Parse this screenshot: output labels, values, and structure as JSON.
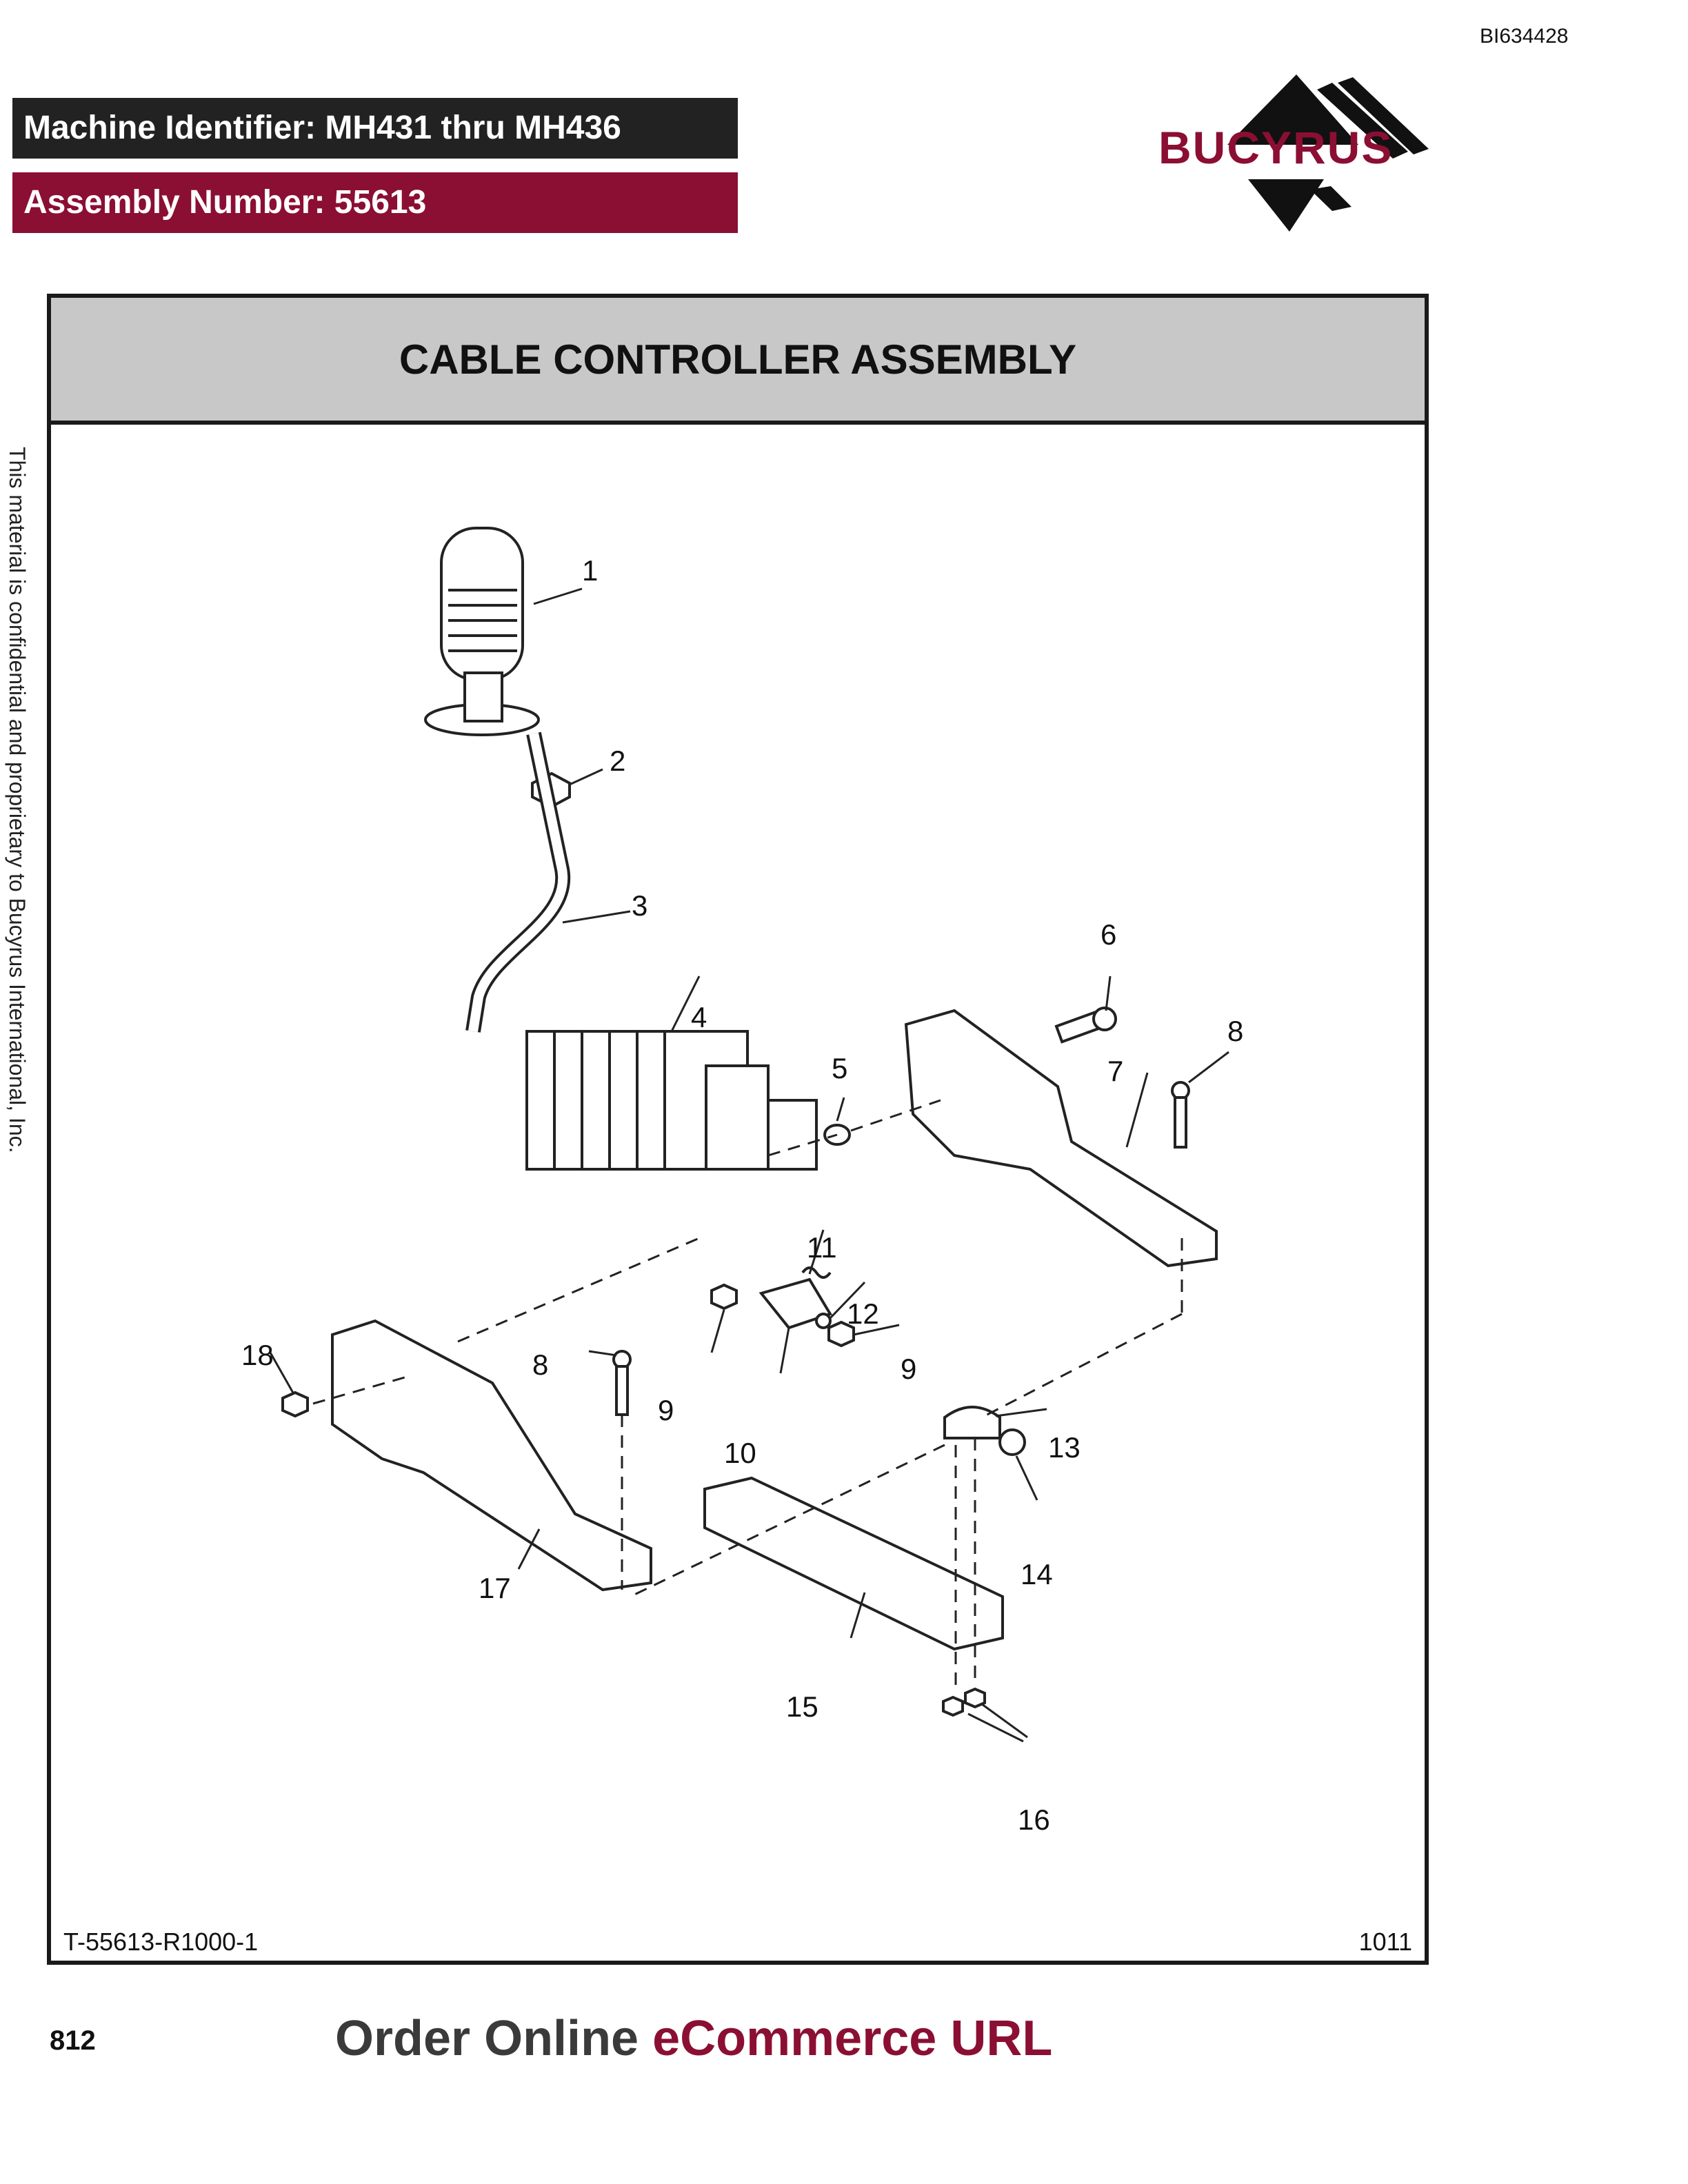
{
  "doc_id": "BI634428",
  "header": {
    "machine_identifier": "Machine Identifier: MH431 thru MH436",
    "assembly_number": "Assembly Number: 55613"
  },
  "logo": {
    "text": "BUCYRUS",
    "color": "#8b0f33"
  },
  "title": "CABLE CONTROLLER ASSEMBLY",
  "callouts": [
    "1",
    "2",
    "3",
    "4",
    "5",
    "6",
    "7",
    "8",
    "8",
    "9",
    "9",
    "10",
    "11",
    "12",
    "13",
    "14",
    "15",
    "16",
    "17",
    "18"
  ],
  "drawing_number": "T-55613-R1000-1",
  "revision": "1011",
  "side_note": "This material is confidential and proprietary to Bucyrus International, Inc.",
  "page_number": "812",
  "footer": {
    "part1": "Order Online",
    "part2": "eCommerce URL"
  },
  "colors": {
    "brand": "#8b0f33",
    "header_dark": "#222222",
    "title_band": "#c8c8c8"
  }
}
